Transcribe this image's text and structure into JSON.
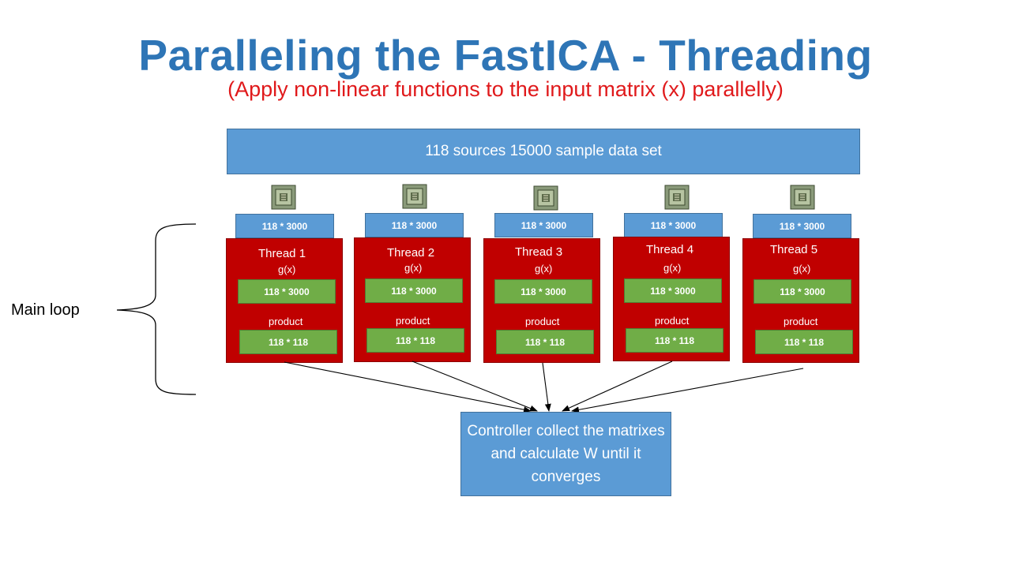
{
  "title": "Paralleling the FastICA - Threading",
  "subtitle": "(Apply non-linear functions to the input matrix (x) parallelly)",
  "dataset_label": "118 sources 15000 sample data set",
  "threads": [
    {
      "label": "Thread 1",
      "input": "118  * 3000",
      "g_label": "g(x)",
      "g_value": "118  * 3000",
      "product_label": "product",
      "product_value": "118  * 118"
    },
    {
      "label": "Thread 2",
      "input": "118  * 3000",
      "g_label": "g(x)",
      "g_value": "118  * 3000",
      "product_label": "product",
      "product_value": "118  * 118"
    },
    {
      "label": "Thread 3",
      "input": "118  * 3000",
      "g_label": "g(x)",
      "g_value": "118  * 3000",
      "product_label": "product",
      "product_value": "118  * 118"
    },
    {
      "label": "Thread 4",
      "input": "118  * 3000",
      "g_label": "g(x)",
      "g_value": "118  * 3000",
      "product_label": "product",
      "product_value": "118  * 118"
    },
    {
      "label": "Thread 5",
      "input": "118  * 3000",
      "g_label": "g(x)",
      "g_value": "118  * 3000",
      "product_label": "product",
      "product_value": "118  * 118"
    }
  ],
  "controller_label": "Controller collect the matrixes and calculate W until it converges",
  "main_loop_label": "Main loop",
  "colors": {
    "title": "#2e75b6",
    "subtitle": "#e0191b",
    "blue_box": "#5b9bd5",
    "thread_box": "#c00000",
    "green_box": "#70ad47"
  },
  "icons": [
    "cpu-chip-icon"
  ]
}
